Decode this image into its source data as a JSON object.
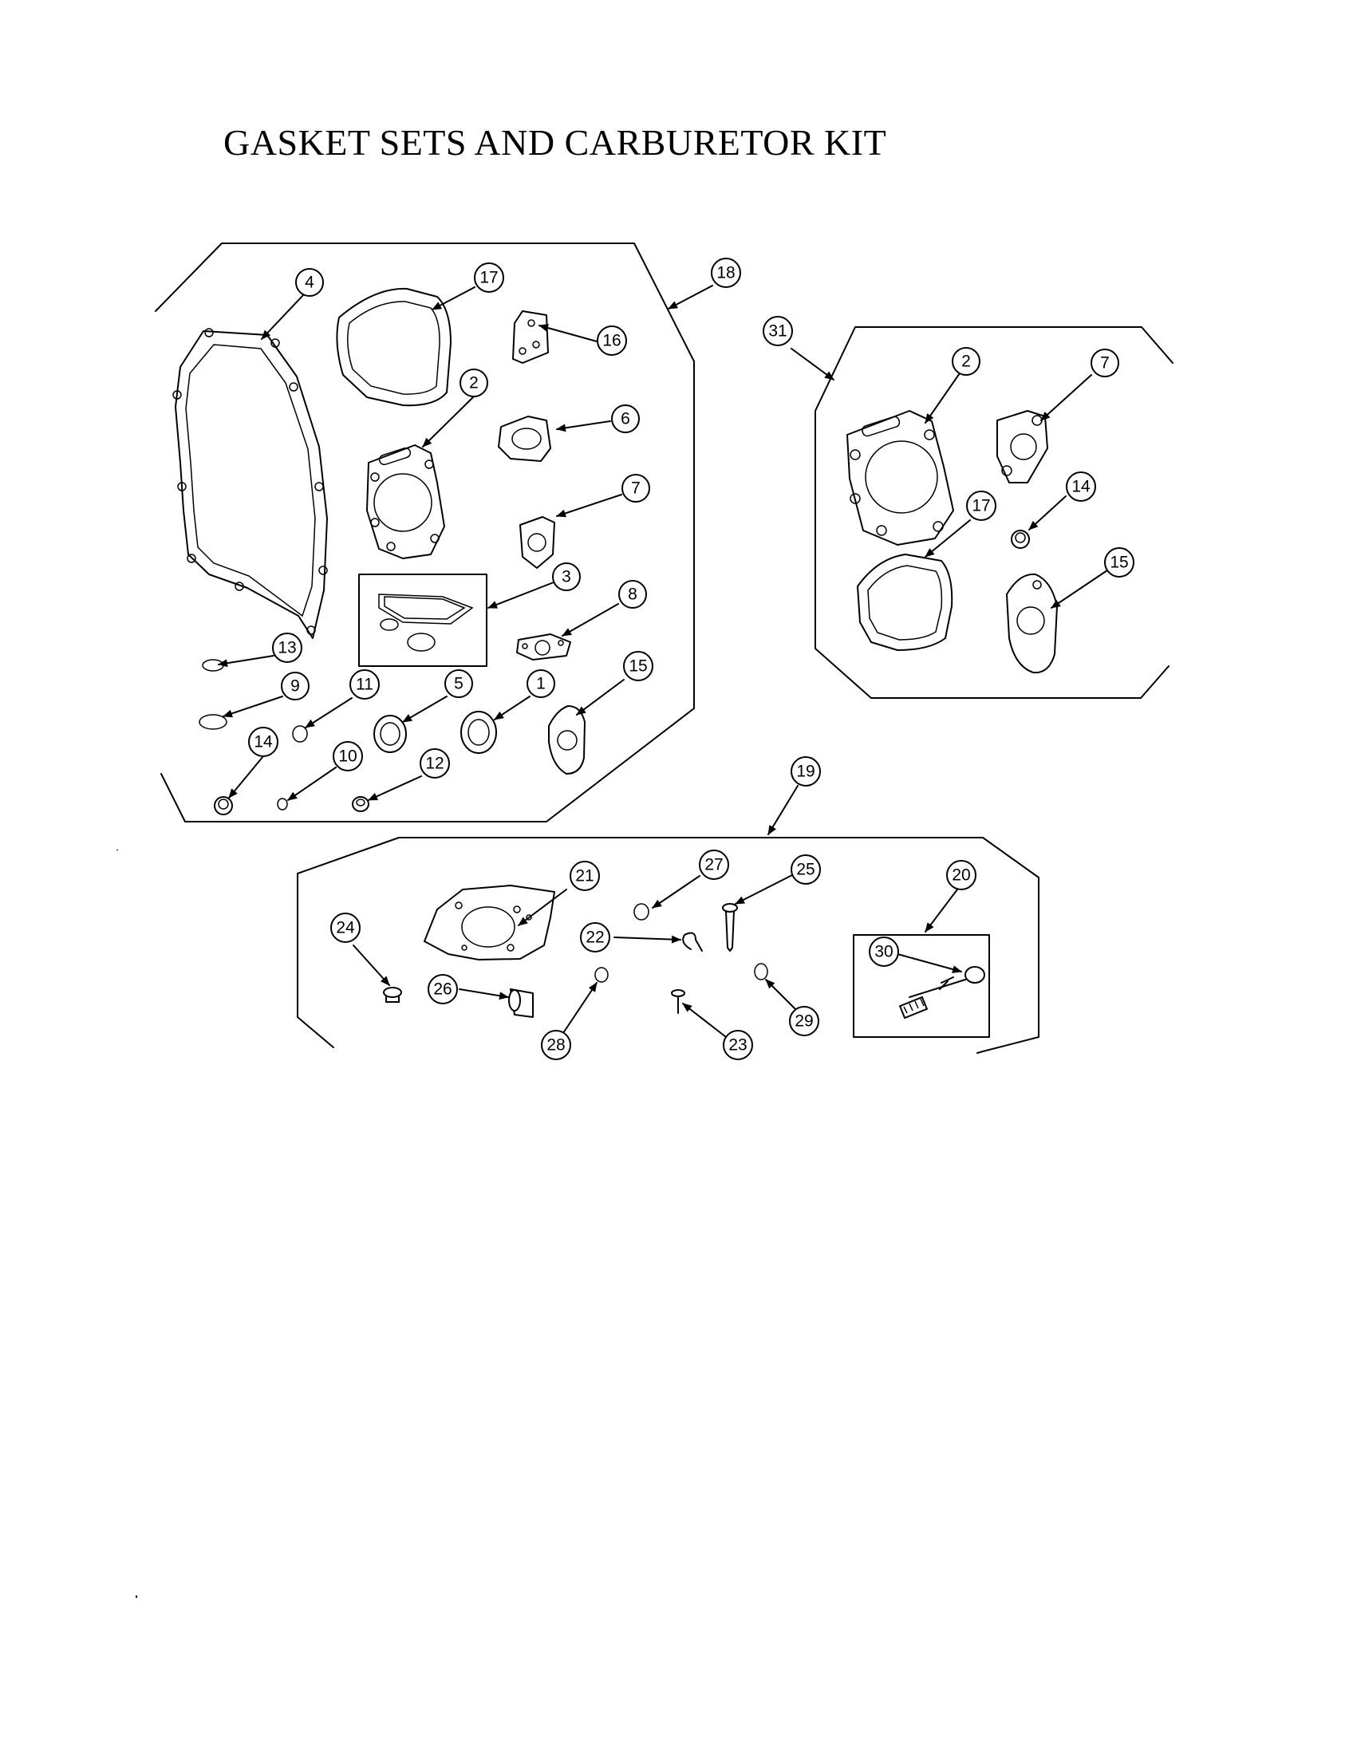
{
  "document": {
    "title": "GASKET SETS AND CARBURETOR KIT"
  },
  "callouts": {
    "engine_set": {
      "c4": "4",
      "c17": "17",
      "c18": "18",
      "c16": "16",
      "c2": "2",
      "c6": "6",
      "c7": "7",
      "c3": "3",
      "c8": "8",
      "c13": "13",
      "c15": "15",
      "c9": "9",
      "c11": "11",
      "c5": "5",
      "c1": "1",
      "c14": "14",
      "c10": "10",
      "c12": "12"
    },
    "head_set": {
      "c31": "31",
      "c2": "2",
      "c7": "7",
      "c17": "17",
      "c14": "14",
      "c15": "15"
    },
    "carb_kit": {
      "c19": "19",
      "c21": "21",
      "c27": "27",
      "c25": "25",
      "c20": "20",
      "c24": "24",
      "c22": "22",
      "c30": "30",
      "c26": "26",
      "c28": "28",
      "c23": "23",
      "c29": "29"
    }
  }
}
